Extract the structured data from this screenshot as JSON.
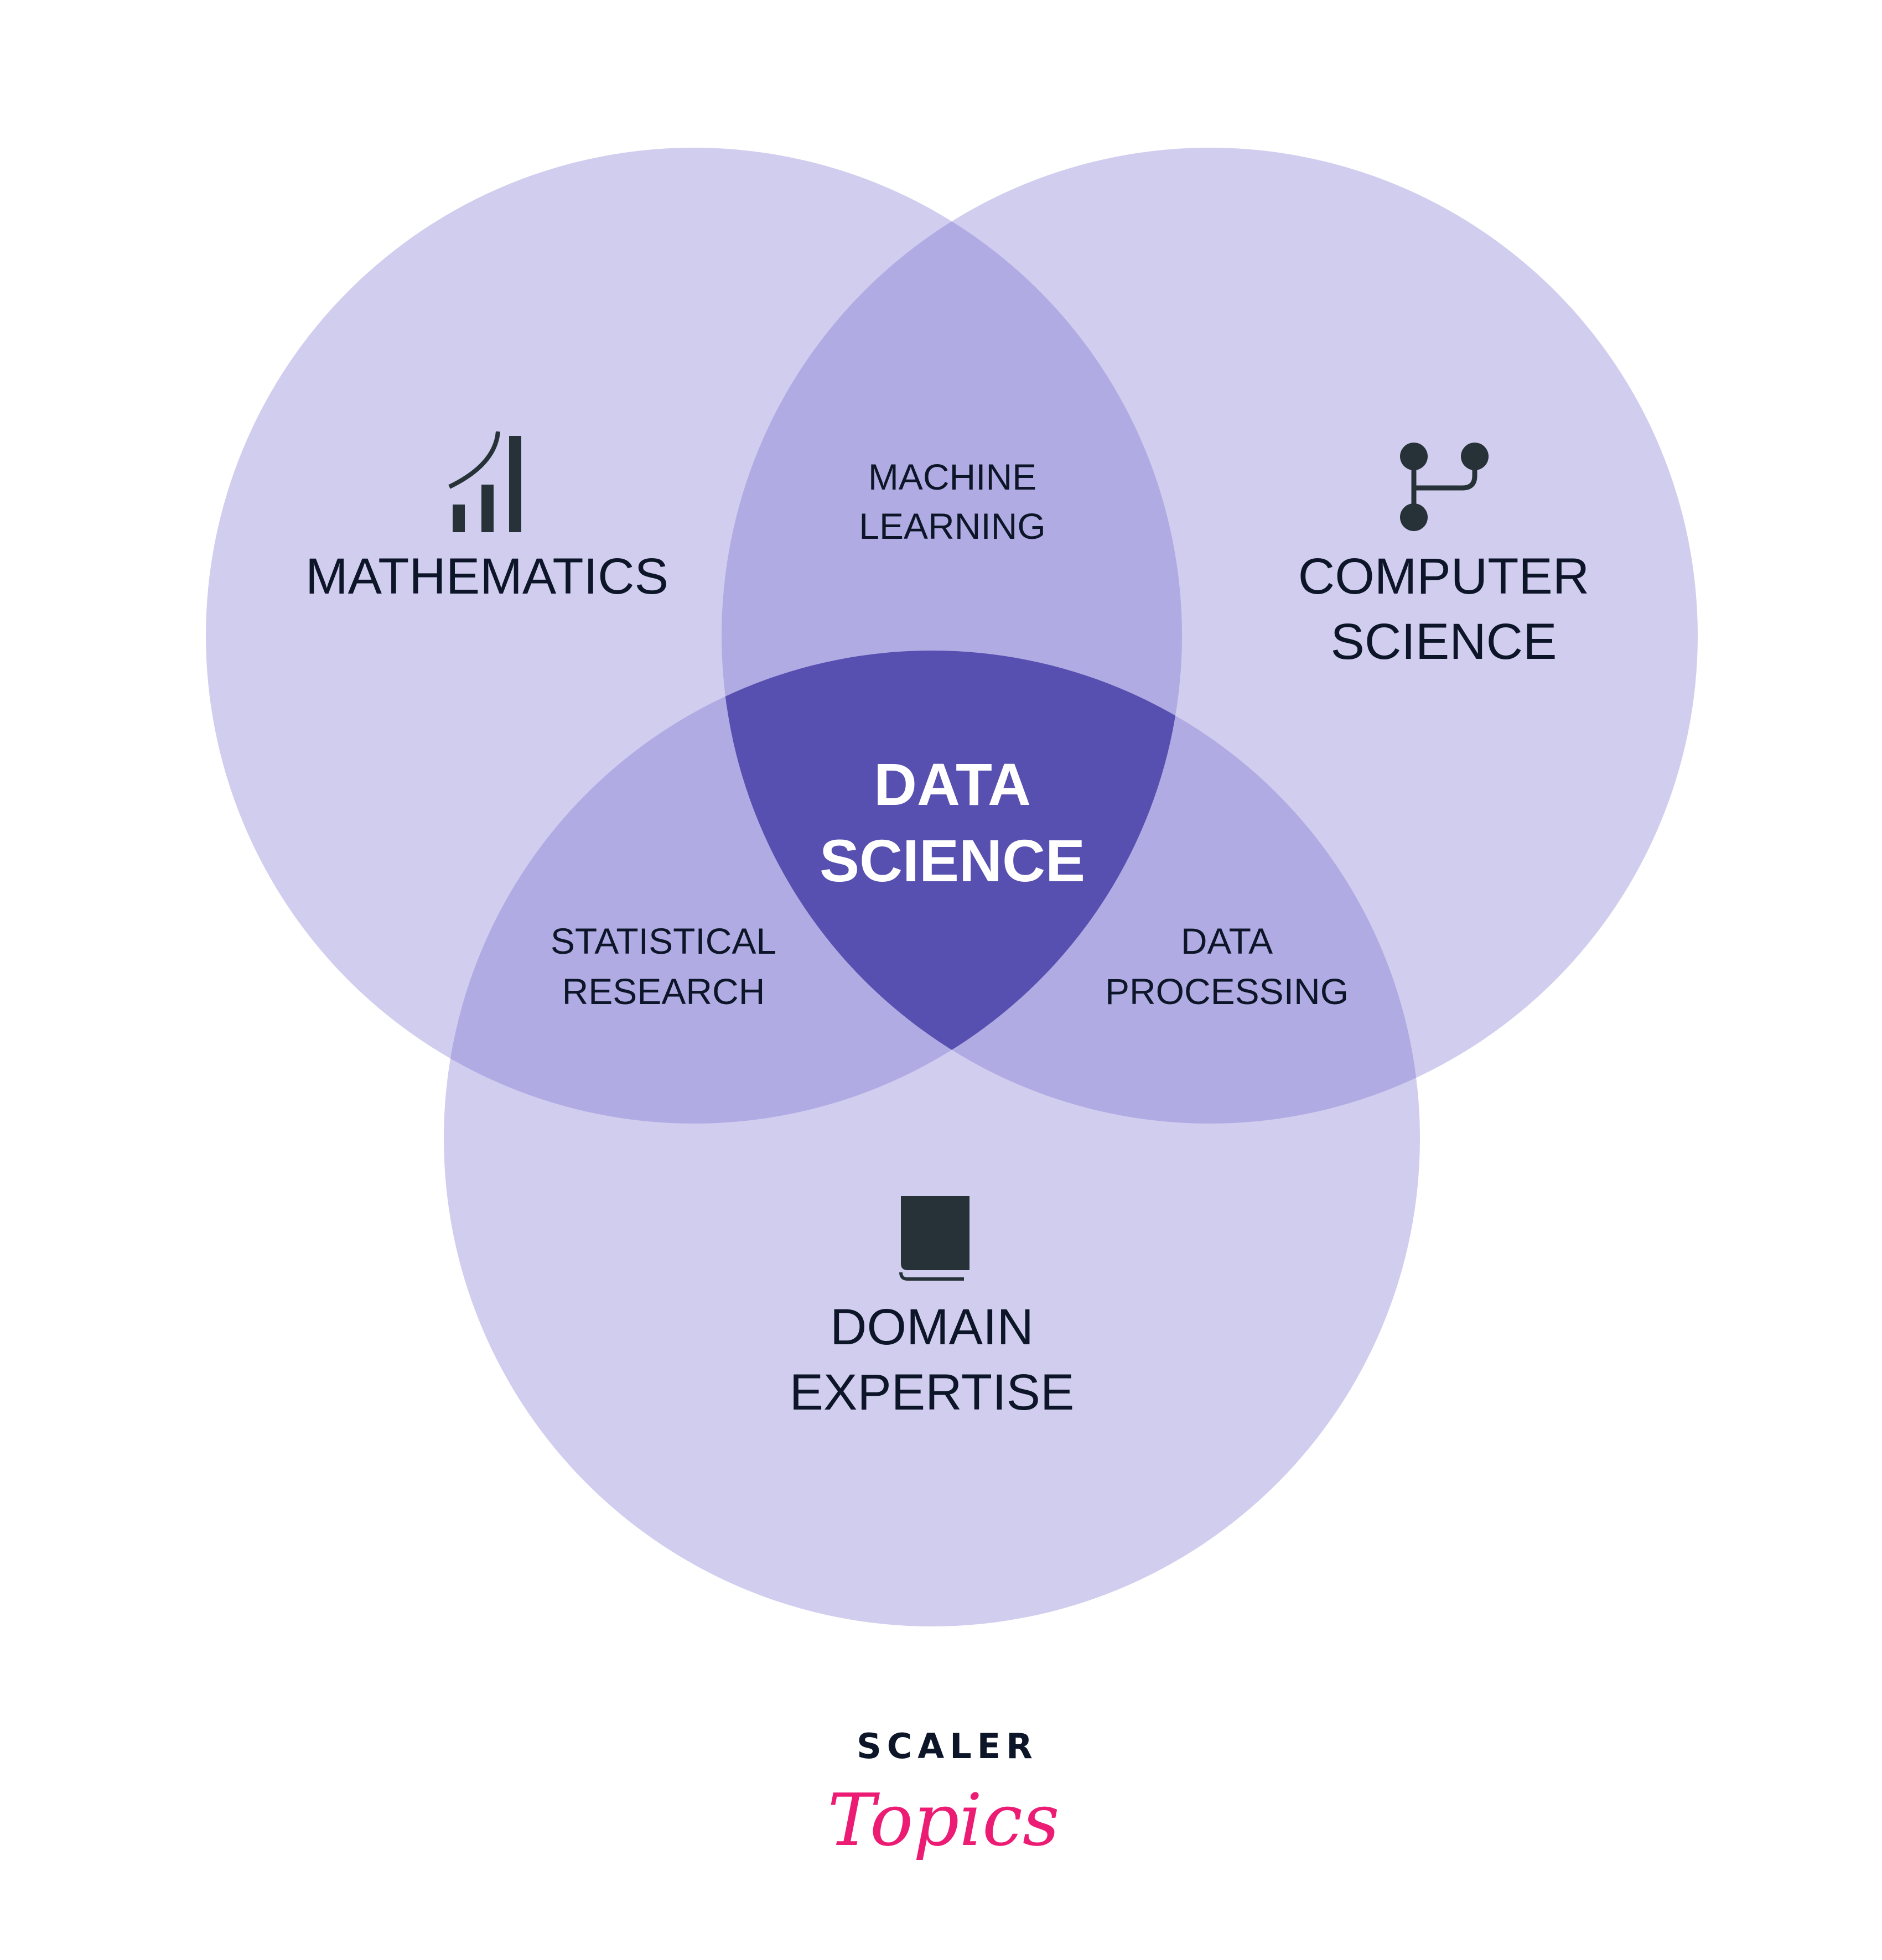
{
  "colors": {
    "single": "#d1cdef",
    "double": "#b0abe3",
    "triple": "#5850b0",
    "icon": "#263238",
    "brand_pink": "#ec1c74"
  },
  "circles": {
    "mathematics": {
      "label": "MATHEMATICS",
      "icon": "chart-growth-icon"
    },
    "computer_science": {
      "line1": "COMPUTER",
      "line2": "SCIENCE",
      "icon": "git-branch-icon"
    },
    "domain_expertise": {
      "line1": "DOMAIN",
      "line2": "EXPERTISE",
      "icon": "book-icon"
    }
  },
  "overlaps": {
    "machine_learning": {
      "line1": "MACHINE",
      "line2": "LEARNING"
    },
    "statistical_research": {
      "line1": "STATISTICAL",
      "line2": "RESEARCH"
    },
    "data_processing": {
      "line1": "DATA",
      "line2": "PROCESSING"
    },
    "center": {
      "line1": "DATA",
      "line2": "SCIENCE"
    }
  },
  "logo": {
    "line1": "SCALER",
    "line2": "Topics"
  }
}
